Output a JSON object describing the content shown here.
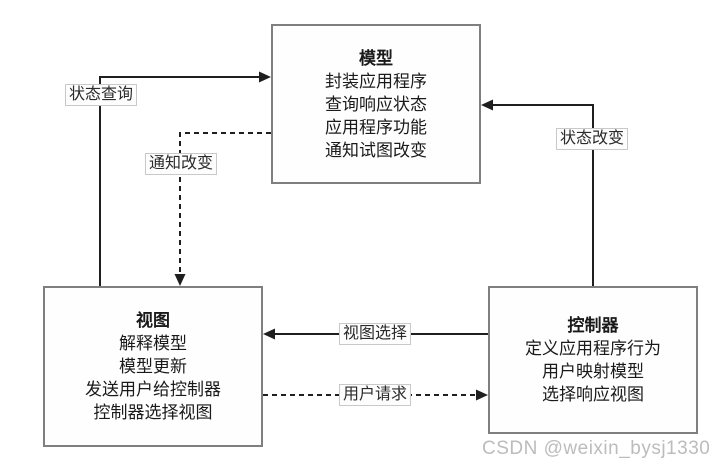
{
  "diagram": {
    "title_hint": "MVC architecture diagram",
    "boxes": {
      "model": {
        "title": "模型",
        "lines": [
          "封装应用程序",
          "查询响应状态",
          "应用程序功能",
          "通知试图改变"
        ]
      },
      "view": {
        "title": "视图",
        "lines": [
          "解释模型",
          "模型更新",
          "发送用户给控制器",
          "控制器选择视图"
        ]
      },
      "controller": {
        "title": "控制器",
        "lines": [
          "定义应用程序行为",
          "用户映射模型",
          "选择响应视图"
        ]
      }
    },
    "edges": {
      "status_query": "状态查询",
      "notify_change": "通知改变",
      "state_change": "状态改变",
      "view_select": "视图选择",
      "user_request": "用户请求"
    },
    "watermark": "CSDN @weixin_bysj1330",
    "colors": {
      "box_border": "#7f7f7f",
      "line": "#1f1f1f",
      "label_border": "#c9c9c9",
      "watermark": "#bcbcbc"
    }
  }
}
